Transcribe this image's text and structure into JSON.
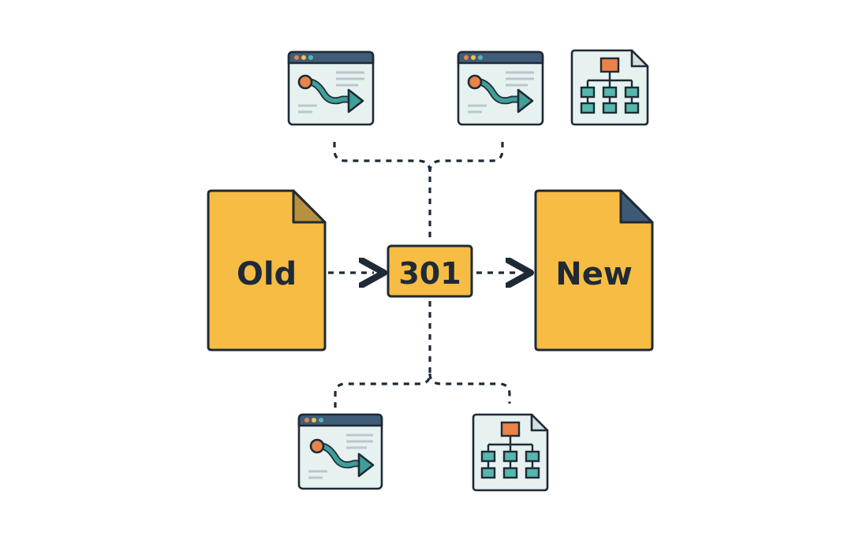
{
  "colors": {
    "background": "#ffffff",
    "outline": "#1f2a36",
    "page_yellow": "#f6bc43",
    "page_fold_old": "#b8913e",
    "page_fold_new": "#3d5a75",
    "window_bar": "#3f5d78",
    "window_body": "#e7f1f0",
    "text_lines": "#b9c7cd",
    "arrow_teal": "#3f9f9a",
    "node_orange": "#e8834a",
    "dot_red": "#e8834a",
    "dot_yellow": "#f2c14e",
    "dot_teal": "#56b7ad",
    "connector": "#1f2a36"
  },
  "nodes": {
    "old_page": {
      "label": "Old",
      "icon": "document-icon"
    },
    "redirect": {
      "label": "301"
    },
    "new_page": {
      "label": "New",
      "icon": "document-icon"
    }
  },
  "top_icons": [
    {
      "icon": "browser-redirect-icon"
    },
    {
      "icon": "browser-redirect-icon"
    },
    {
      "icon": "sitemap-document-icon"
    }
  ],
  "bottom_icons": [
    {
      "icon": "browser-redirect-icon"
    },
    {
      "icon": "sitemap-document-icon"
    }
  ]
}
